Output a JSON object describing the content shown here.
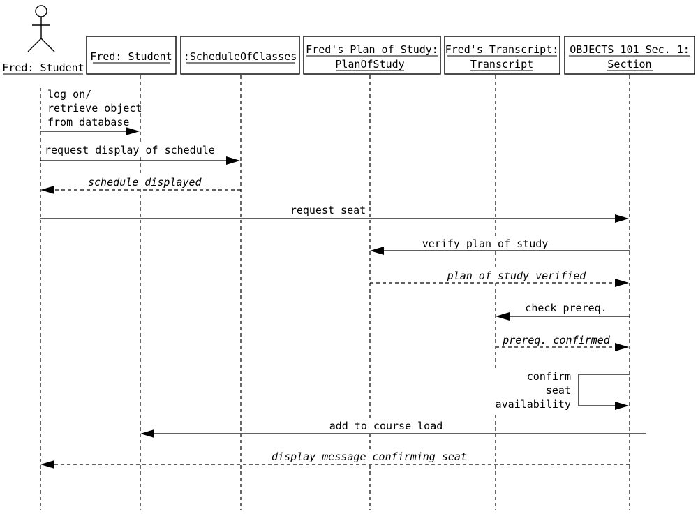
{
  "actor": {
    "label": "Fred: Student"
  },
  "objects": [
    {
      "lines": [
        "Fred: Student"
      ]
    },
    {
      "lines": [
        ":ScheduleOfClasses"
      ]
    },
    {
      "lines": [
        "Fred's Plan of Study:",
        "PlanOfStudy"
      ]
    },
    {
      "lines": [
        "Fred's Transcript:",
        "Transcript"
      ]
    },
    {
      "lines": [
        "OBJECTS 101 Sec. 1:",
        "Section"
      ]
    }
  ],
  "messages": [
    {
      "from": 0,
      "to": 1,
      "kind": "call",
      "label": [
        "log on/",
        "retrieve object",
        "from database"
      ]
    },
    {
      "from": 0,
      "to": 2,
      "kind": "call",
      "label": [
        "request display of schedule"
      ]
    },
    {
      "from": 2,
      "to": 0,
      "kind": "reply",
      "label": [
        "schedule displayed"
      ]
    },
    {
      "from": 0,
      "to": 5,
      "kind": "call",
      "label": [
        "request seat"
      ]
    },
    {
      "from": 5,
      "to": 3,
      "kind": "call",
      "label": [
        "verify plan of study"
      ]
    },
    {
      "from": 3,
      "to": 5,
      "kind": "reply",
      "label": [
        "plan of study verified"
      ]
    },
    {
      "from": 5,
      "to": 4,
      "kind": "call",
      "label": [
        "check prereq."
      ]
    },
    {
      "from": 4,
      "to": 5,
      "kind": "reply",
      "label": [
        "prereq. confirmed"
      ]
    },
    {
      "from": 5,
      "to": 5,
      "kind": "self",
      "label": [
        "confirm",
        "seat",
        "availability"
      ]
    },
    {
      "from": 5,
      "to": 1,
      "kind": "call",
      "label": [
        "add to course load"
      ]
    },
    {
      "from": 5,
      "to": 0,
      "kind": "reply",
      "label": [
        "display message confirming seat"
      ]
    }
  ]
}
